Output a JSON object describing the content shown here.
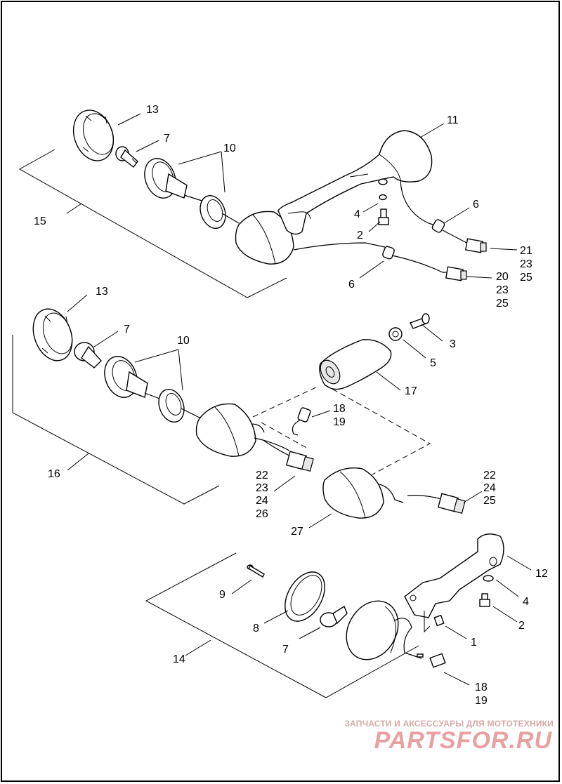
{
  "callouts": [
    {
      "id": "c13a",
      "text": "13"
    },
    {
      "id": "c7a",
      "text": "7"
    },
    {
      "id": "c10a",
      "text": "10"
    },
    {
      "id": "c11",
      "text": "11"
    },
    {
      "id": "c15",
      "text": "15"
    },
    {
      "id": "c4a",
      "text": "4"
    },
    {
      "id": "c2a",
      "text": "2"
    },
    {
      "id": "c6a",
      "text": "6"
    },
    {
      "id": "c21",
      "text": "21"
    },
    {
      "id": "c23a",
      "text": "23"
    },
    {
      "id": "c25a",
      "text": "25"
    },
    {
      "id": "c6b",
      "text": "6"
    },
    {
      "id": "c20",
      "text": "20"
    },
    {
      "id": "c23b",
      "text": "23"
    },
    {
      "id": "c25b",
      "text": "25"
    },
    {
      "id": "c13b",
      "text": "13"
    },
    {
      "id": "c7b",
      "text": "7"
    },
    {
      "id": "c10b",
      "text": "10"
    },
    {
      "id": "c3",
      "text": "3"
    },
    {
      "id": "c5",
      "text": "5"
    },
    {
      "id": "c17",
      "text": "17"
    },
    {
      "id": "c18a",
      "text": "18"
    },
    {
      "id": "c19a",
      "text": "19"
    },
    {
      "id": "c16",
      "text": "16"
    },
    {
      "id": "c22a",
      "text": "22"
    },
    {
      "id": "c23c",
      "text": "23"
    },
    {
      "id": "c24a",
      "text": "24"
    },
    {
      "id": "c26",
      "text": "26"
    },
    {
      "id": "c22b",
      "text": "22"
    },
    {
      "id": "c24b",
      "text": "24"
    },
    {
      "id": "c25c",
      "text": "25"
    },
    {
      "id": "c27",
      "text": "27"
    },
    {
      "id": "c12",
      "text": "12"
    },
    {
      "id": "c9",
      "text": "9"
    },
    {
      "id": "c4b",
      "text": "4"
    },
    {
      "id": "c8",
      "text": "8"
    },
    {
      "id": "c2b",
      "text": "2"
    },
    {
      "id": "c7c",
      "text": "7"
    },
    {
      "id": "c1",
      "text": "1"
    },
    {
      "id": "c14",
      "text": "14"
    },
    {
      "id": "c18b",
      "text": "18"
    },
    {
      "id": "c19b",
      "text": "19"
    }
  ],
  "watermark": {
    "tagline": "ЗАПЧАСТИ И АКСЕССУАРЫ ДЛЯ МОТОТЕХНИКИ",
    "logo_text": "PARTSFOR.RU",
    "color": "#e8a0a0"
  }
}
